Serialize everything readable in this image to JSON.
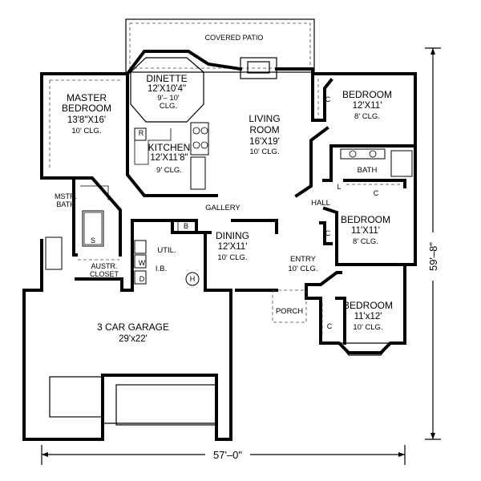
{
  "rooms": {
    "covered_patio": {
      "name": "COVERED PATIO"
    },
    "dinette": {
      "name": "DINETTE",
      "size": "12'X10'4\"",
      "ceiling_line1": "9'– 10'",
      "ceiling_line2": "CLG."
    },
    "master_bedroom": {
      "name_line1": "MASTER",
      "name_line2": "BEDROOM",
      "size": "13'8\"X16'",
      "ceiling": "10' CLG."
    },
    "living_room": {
      "name_line1": "LIVING",
      "name_line2": "ROOM",
      "size": "16'X19'",
      "ceiling": "10' CLG."
    },
    "bedroom_ne": {
      "name": "BEDROOM",
      "size": "12'X11'",
      "ceiling": "8' CLG."
    },
    "kitchen": {
      "name": "KITCHEN",
      "size": "12'X11'8\"",
      "ceiling": "9' CLG."
    },
    "bath": {
      "name": "BATH"
    },
    "mstr_bath": {
      "name_line1": "MSTR.",
      "name_line2": "BATH"
    },
    "gallery": {
      "name": "GALLERY"
    },
    "hall": {
      "name": "HALL"
    },
    "bedroom_e": {
      "name": "BEDROOM",
      "size": "11'X11'",
      "ceiling": "8' CLG."
    },
    "dining": {
      "name": "DINING",
      "size": "12'X11'",
      "ceiling": "10' CLG."
    },
    "util": {
      "name": "UTIL."
    },
    "ib": {
      "name": "I.B."
    },
    "entry": {
      "name": "ENTRY",
      "ceiling": "10' CLG."
    },
    "austr_closet": {
      "name_line1": "AUSTR.",
      "name_line2": "CLOSET"
    },
    "porch": {
      "name": "PORCH"
    },
    "bedroom_se": {
      "name": "BEDROOM",
      "size": "11'x12'",
      "ceiling": "10' CLG."
    },
    "garage": {
      "name": "3 CAR GARAGE",
      "size": "29'x22'"
    }
  },
  "fixture_labels": {
    "closet": "C",
    "linen": "L",
    "broom": "B",
    "refrigerator": "R",
    "shower": "S",
    "washer": "W",
    "dryer": "D",
    "water_heater": "H"
  },
  "dimensions": {
    "width": "57'–0\"",
    "depth": "59'–8\""
  }
}
